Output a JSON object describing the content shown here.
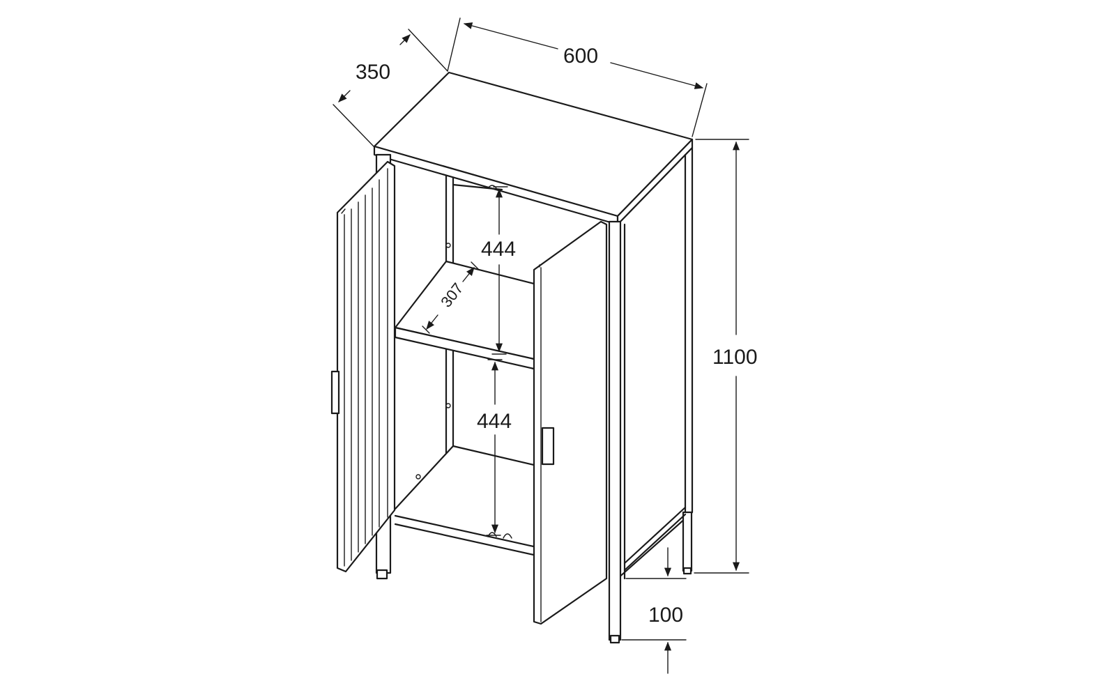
{
  "dimensions": {
    "width": "600",
    "depth": "350",
    "height": "1100",
    "leg_height": "100",
    "shelf_depth": "307",
    "upper_compartment": "444",
    "lower_compartment": "444"
  }
}
